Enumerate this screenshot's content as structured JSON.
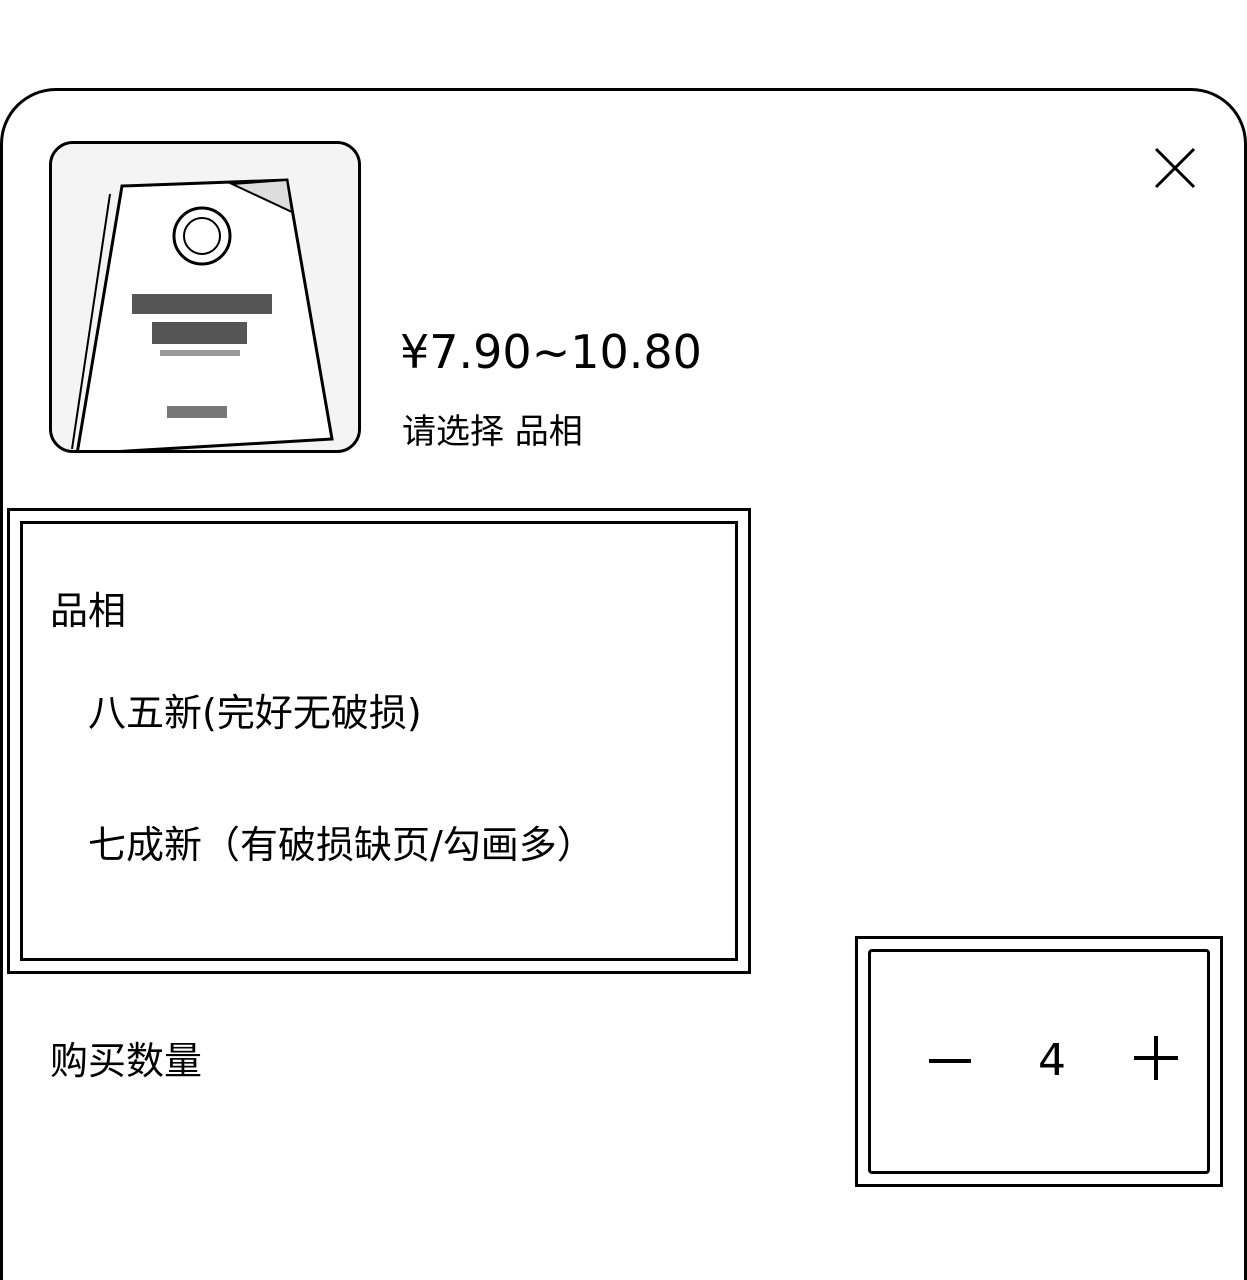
{
  "product": {
    "price": "¥7.90~10.80",
    "select_hint": "请选择 品相",
    "image_alt_icon": "book-cover-image"
  },
  "spec": {
    "title": "品相",
    "options": [
      {
        "label": "八五新(完好无破损)"
      },
      {
        "label": "七成新（有破损缺页/勾画多）"
      }
    ]
  },
  "quantity": {
    "label": "购买数量",
    "value": "4"
  },
  "icons": {
    "close": "close-icon",
    "minus": "minus-icon",
    "plus": "plus-icon"
  },
  "colors": {
    "foreground": "#000000",
    "background": "#ffffff"
  }
}
